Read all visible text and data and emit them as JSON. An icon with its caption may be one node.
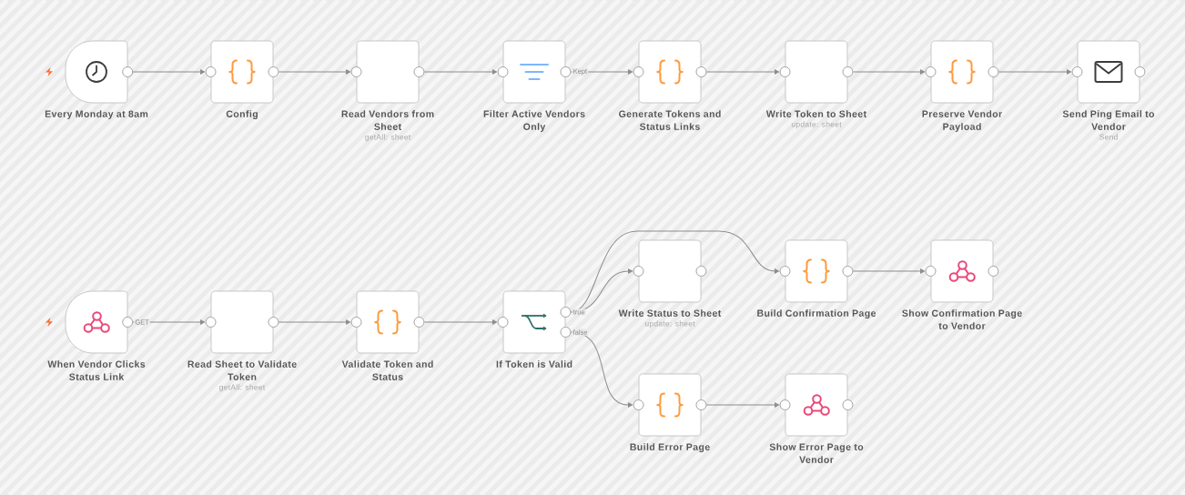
{
  "diagram": {
    "nodes": [
      {
        "text": [
          "Every Monday at 8am"
        ]
      },
      {
        "text": [
          "Config"
        ]
      },
      {
        "text": [
          "Read Vendors from Sheet",
          "getAll: sheet"
        ]
      },
      {
        "text": [
          "Filter Active Vendors Only"
        ]
      },
      {
        "text": [
          "Generate Tokens and Status Links"
        ]
      },
      {
        "text": [
          "Write Token to Sheet",
          "update: sheet"
        ]
      },
      {
        "text": [
          "Preserve Vendor Payload"
        ]
      },
      {
        "text": [
          "Send Ping Email to Vendor",
          "Send"
        ]
      },
      {
        "text": [
          "When Vendor Clicks Status Link"
        ]
      },
      {
        "text": [
          "Read Sheet to Validate Token",
          "getAll: sheet"
        ]
      },
      {
        "text": [
          "Validate Token and Status"
        ]
      },
      {
        "text": [
          "If Token is Valid"
        ]
      },
      {
        "text": [
          "Write Status to Sheet",
          "update: sheet"
        ]
      },
      {
        "text": [
          "Build Confirmation Page"
        ]
      },
      {
        "text": [
          "Show Confirmation Page to Vendor"
        ]
      },
      {
        "text": [
          "Build Error Page"
        ]
      },
      {
        "text": [
          "Show Error Page to Vendor"
        ]
      }
    ],
    "edges": [
      {
        "from": 0,
        "to": 1,
        "arrow": "to"
      },
      {
        "from": 1,
        "to": 2,
        "arrow": "to"
      },
      {
        "from": 2,
        "to": 3,
        "arrow": "to"
      },
      {
        "from": 3,
        "to": 4,
        "arrow": "to",
        "label": "Kept"
      },
      {
        "from": 4,
        "to": 5,
        "arrow": "to"
      },
      {
        "from": 5,
        "to": 6,
        "arrow": "to"
      },
      {
        "from": 6,
        "to": 7,
        "arrow": "to"
      },
      {
        "from": 8,
        "to": 9,
        "arrow": "to",
        "label": "GET"
      },
      {
        "from": 9,
        "to": 10,
        "arrow": "to"
      },
      {
        "from": 10,
        "to": 11,
        "arrow": "to"
      },
      {
        "from": 11,
        "to": 12,
        "arrow": "to",
        "label": "true"
      },
      {
        "from": 11,
        "to": 13,
        "arrow": "to"
      },
      {
        "from": 11,
        "to": 15,
        "arrow": "to",
        "label": "false"
      },
      {
        "from": 13,
        "to": 14,
        "arrow": "to"
      },
      {
        "from": 15,
        "to": 16,
        "arrow": "to"
      }
    ]
  }
}
